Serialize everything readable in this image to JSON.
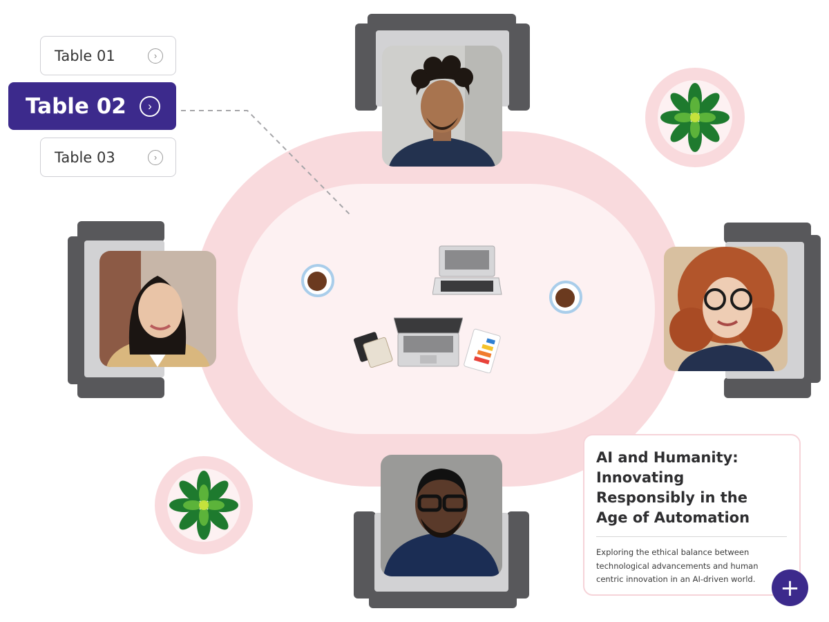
{
  "tables": [
    {
      "label": "Table 01",
      "active": false
    },
    {
      "label": "Table 02",
      "active": true
    },
    {
      "label": "Table 03",
      "active": false
    }
  ],
  "card": {
    "title": "AI and Humanity:\nInnovating\nResponsibly in the\nAge of Automation",
    "description": "Exploring the ethical balance between\ntechnological advancements and human\ncentric innovation in an AI-driven world."
  },
  "fab": {
    "icon": "plus-icon",
    "label": "+"
  },
  "icons": {
    "table_arrow": "chevron-right-circle-icon"
  },
  "colors": {
    "accent": "#3c2a8c",
    "table_outer": "#f9dadd",
    "table_inner": "#fdf1f2",
    "chair": "#58585b",
    "seat": "#d2d2d4"
  }
}
